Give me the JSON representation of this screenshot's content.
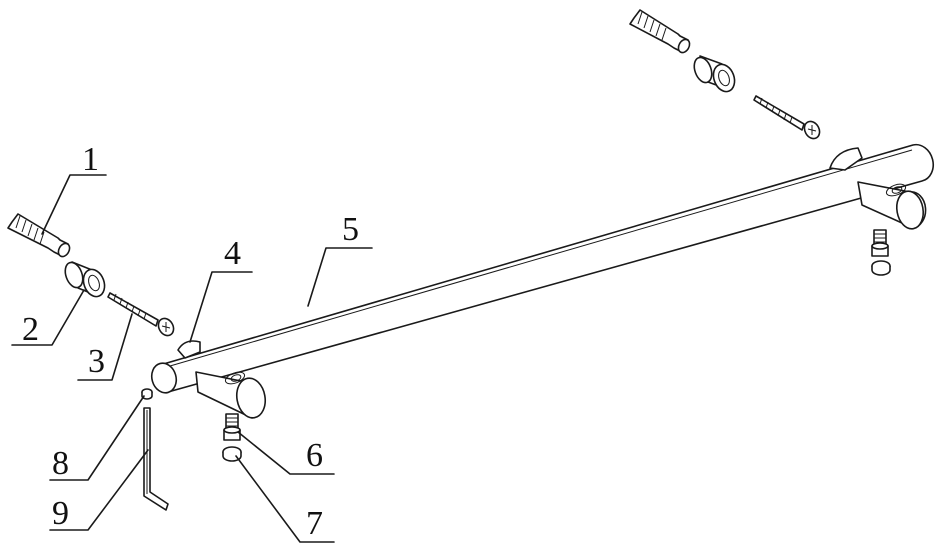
{
  "diagram": {
    "callouts": [
      {
        "id": "1",
        "label": "1"
      },
      {
        "id": "2",
        "label": "2"
      },
      {
        "id": "3",
        "label": "3"
      },
      {
        "id": "4",
        "label": "4"
      },
      {
        "id": "5",
        "label": "5"
      },
      {
        "id": "6",
        "label": "6"
      },
      {
        "id": "7",
        "label": "7"
      },
      {
        "id": "8",
        "label": "8"
      },
      {
        "id": "9",
        "label": "9"
      }
    ],
    "colors": {
      "line": "#1a1a1a",
      "background": "#ffffff"
    }
  }
}
